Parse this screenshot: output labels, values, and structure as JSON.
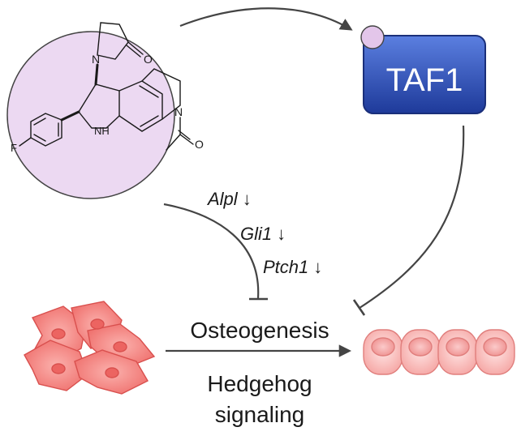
{
  "molecule": {
    "atoms": {
      "n_lactam": "N",
      "o_lactam": "O",
      "nh": "NH",
      "n_acetyl": "N",
      "o_acetyl": "O",
      "fluorine": "F"
    },
    "circle_color": "#ecd9f2"
  },
  "target": {
    "label": "TAF1",
    "fill": "#2f4fb8",
    "bead_color": "#e3c6ea"
  },
  "genes": [
    {
      "name": "Alpl",
      "arrow": "↓"
    },
    {
      "name": "Gli1",
      "arrow": "↓"
    },
    {
      "name": "Ptch1",
      "arrow": "↓"
    }
  ],
  "process": {
    "main_label": "Osteogenesis",
    "sub_label_1": "Hedgehog",
    "sub_label_2": "signaling"
  },
  "colors": {
    "stem_cell": "#f07a78",
    "osteoblast": "#f7b4b2",
    "arrow": "#444444"
  }
}
